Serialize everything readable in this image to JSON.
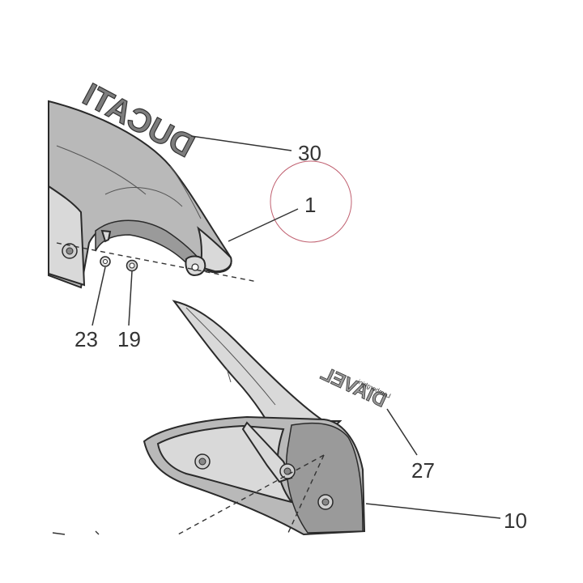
{
  "callouts": {
    "c30": "30",
    "c1": "1",
    "c23": "23",
    "c19": "19",
    "c27": "27",
    "c10": "10"
  },
  "decals": {
    "ducati_logo": "DUCATI",
    "diavel_logo": "DIAVEL",
    "diavel_sub": "Lamborghini"
  },
  "colors": {
    "highlight_circle": "#c06070",
    "part_fill": "#b9b9b9",
    "line": "#333333"
  }
}
